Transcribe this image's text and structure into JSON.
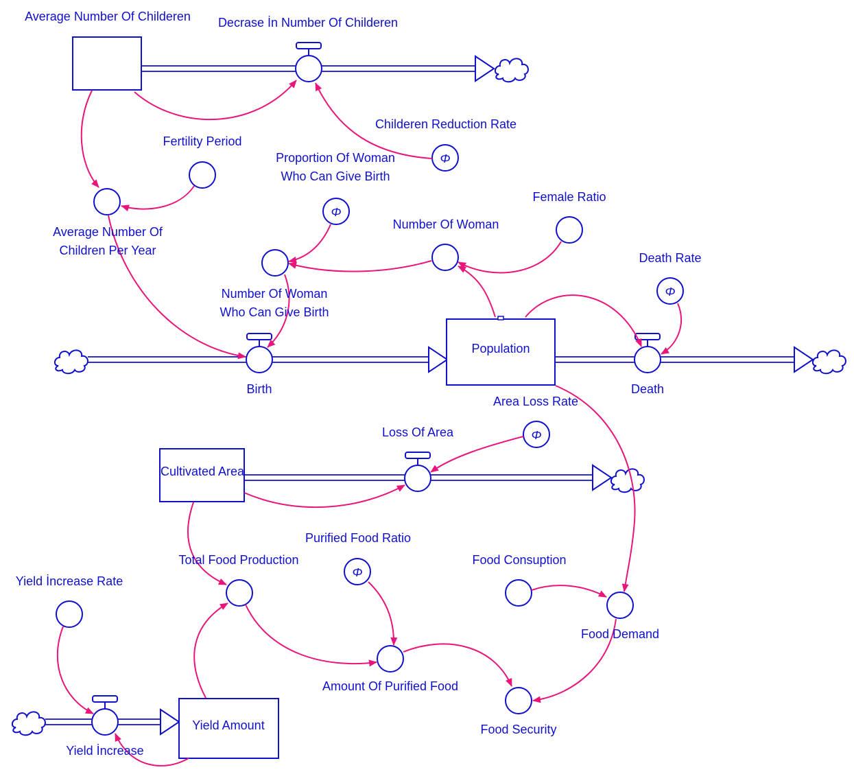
{
  "colors": {
    "model": "#1010cc",
    "links": "#e8157a",
    "background": "#ffffff"
  },
  "icons": {
    "constant_marker": "Φ",
    "source_sink": "cloud-icon",
    "flow_control": "valve-icon"
  },
  "stocks": {
    "average_children": "",
    "population": "Population",
    "cultivated_area": "Cultivated Area",
    "yield_amount": "Yield Amount"
  },
  "labels": {
    "average_number_of_childeren": "Average Number Of Childeren",
    "decrase_number_of_childeren": "Decrase İn Number Of Childeren",
    "childeren_reduction_rate": "Childeren Reduction Rate",
    "fertility_period": "Fertility Period",
    "proportion_of_woman_line1": "Proportion Of Woman",
    "proportion_of_woman_line2": "Who Can Give Birth",
    "female_ratio": "Female Ratio",
    "number_of_woman": "Number Of Woman",
    "average_children_per_year_line1": "Average Number Of",
    "average_children_per_year_line2": "Children Per Year",
    "death_rate": "Death Rate",
    "woman_can_give_birth_line1": "Number Of Woman",
    "woman_can_give_birth_line2": "Who Can Give Birth",
    "birth": "Birth",
    "death": "Death",
    "area_loss_rate": "Area Loss Rate",
    "loss_of_area": "Loss Of Area",
    "purified_food_ratio": "Purified Food Ratio",
    "total_food_production": "Total Food Production",
    "food_consuption": "Food Consuption",
    "yield_increase_rate": "Yield İncrease Rate",
    "food_demand": "Food Demand",
    "amount_of_purified_food": "Amount Of Purified Food",
    "food_security": "Food Security",
    "yield_increase": "Yield İncrease"
  }
}
